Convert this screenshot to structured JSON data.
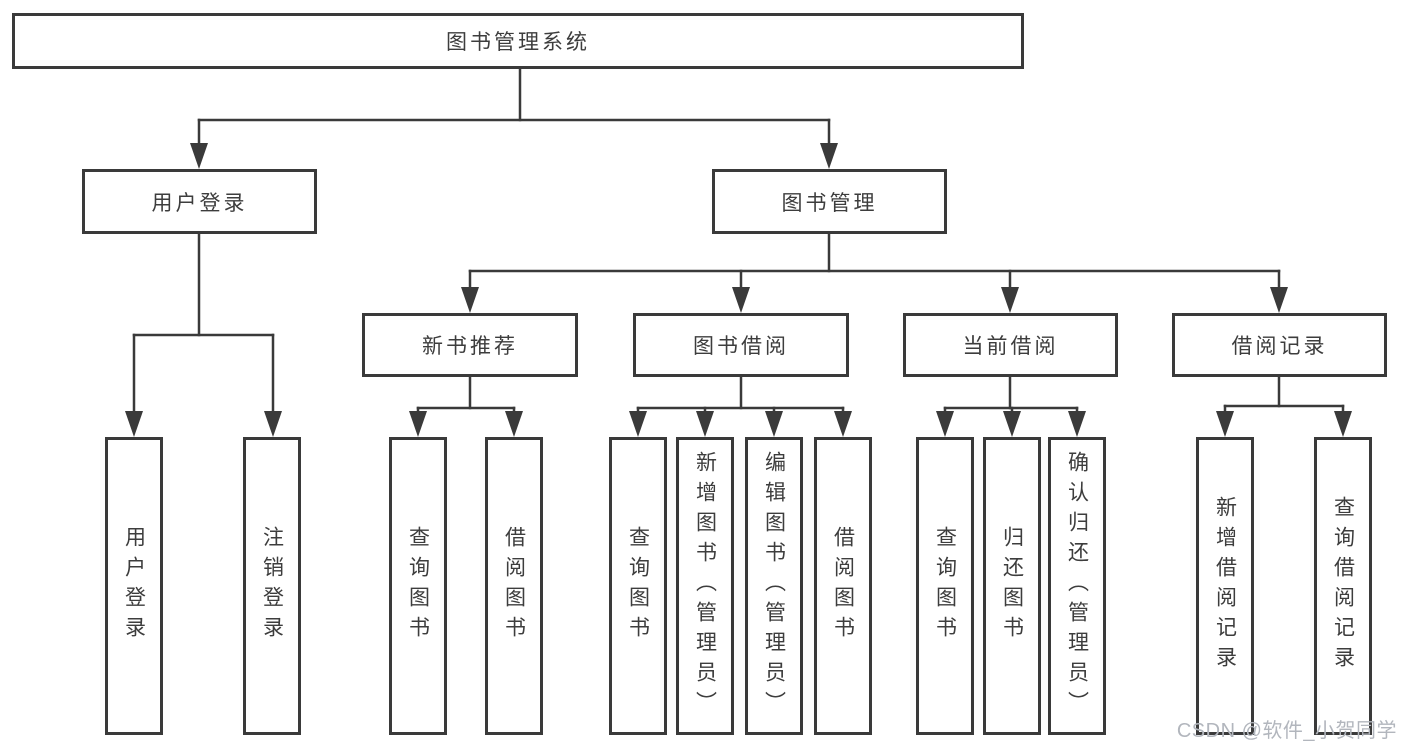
{
  "diagram_title": "图书管理系统",
  "tree": {
    "root": {
      "label": "图书管理系统",
      "children": [
        {
          "label": "用户登录",
          "children": [
            {
              "label": "用户登录"
            },
            {
              "label": "注销登录"
            }
          ]
        },
        {
          "label": "图书管理",
          "children": [
            {
              "label": "新书推荐",
              "children": [
                {
                  "label": "查询图书"
                },
                {
                  "label": "借阅图书"
                }
              ]
            },
            {
              "label": "图书借阅",
              "children": [
                {
                  "label": "查询图书"
                },
                {
                  "label": "新增图书（管理员）"
                },
                {
                  "label": "编辑图书（管理员）"
                },
                {
                  "label": "借阅图书"
                }
              ]
            },
            {
              "label": "当前借阅",
              "children": [
                {
                  "label": "查询图书"
                },
                {
                  "label": "归还图书"
                },
                {
                  "label": "确认归还（管理员）"
                }
              ]
            },
            {
              "label": "借阅记录",
              "children": [
                {
                  "label": "新增借阅记录"
                },
                {
                  "label": "查询借阅记录"
                }
              ]
            }
          ]
        }
      ]
    }
  },
  "colors": {
    "line": "#3a3a3a",
    "text": "#3d3d3d",
    "watermark": "#b2b6bd",
    "background": "#ffffff"
  },
  "watermark": {
    "text": "CSDN @软件_小贺同学"
  }
}
